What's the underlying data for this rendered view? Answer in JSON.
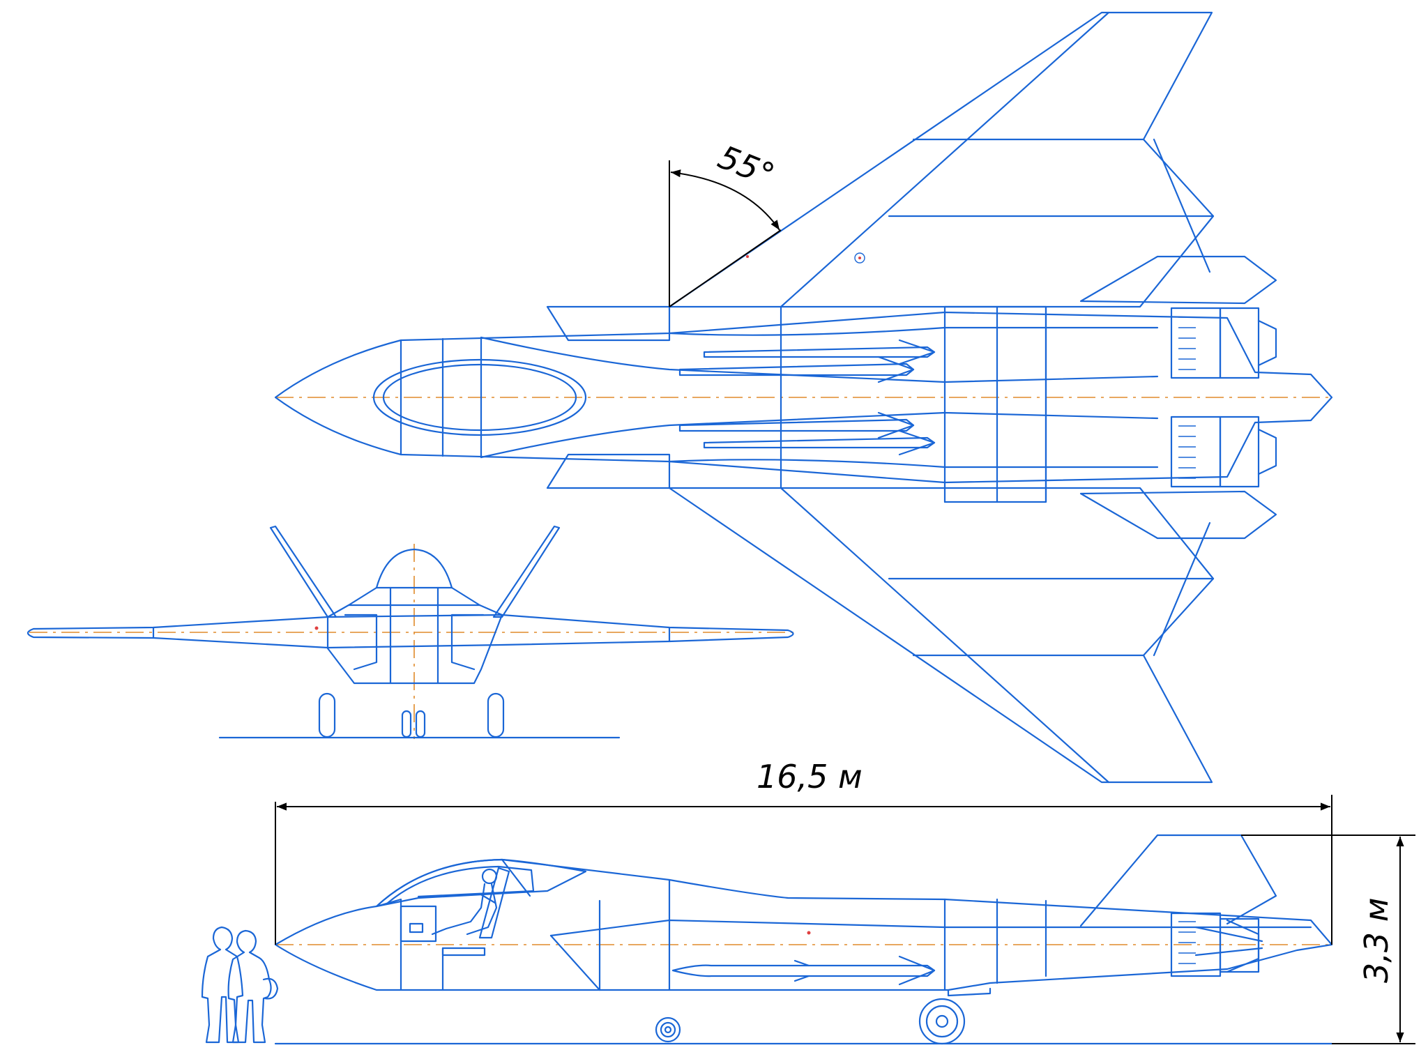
{
  "labels": {
    "sweep_angle": "55°",
    "length": "16,5 м",
    "height": "3,3 м"
  },
  "colors": {
    "line": "#1a66d6",
    "centerline": "#e08a2a",
    "dimension": "#000000"
  }
}
